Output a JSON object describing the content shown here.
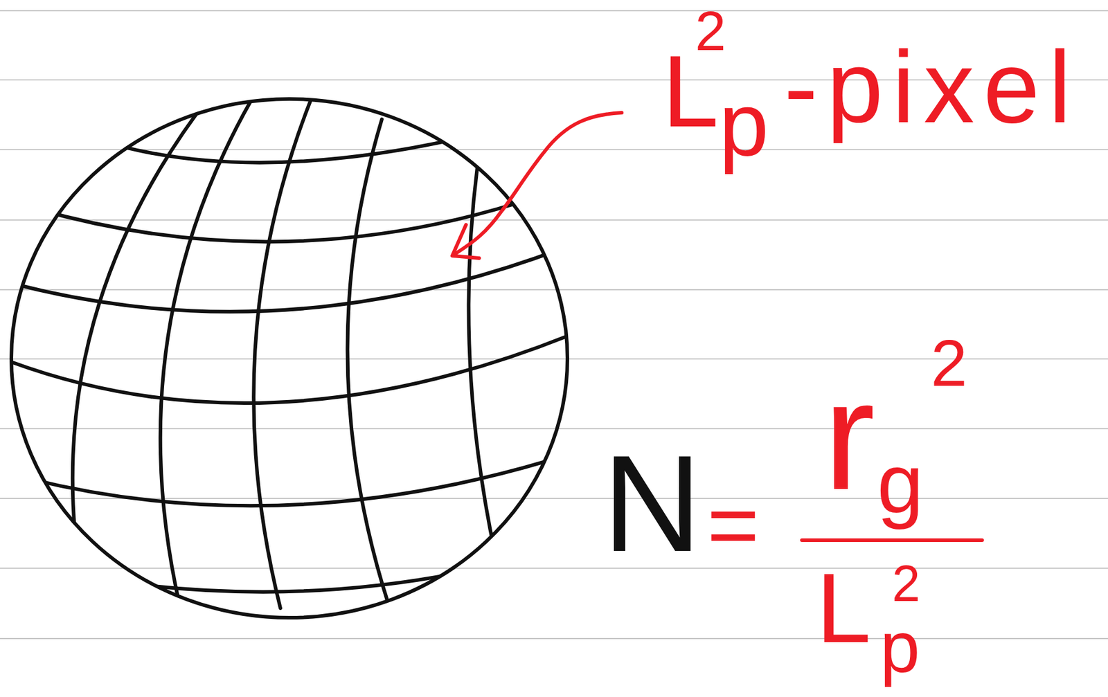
{
  "diagram": {
    "labels": [
      "L",
      "2",
      "p",
      "-pixel",
      "N",
      "=",
      "r",
      "g",
      "2",
      "L",
      "2",
      "p"
    ]
  }
}
